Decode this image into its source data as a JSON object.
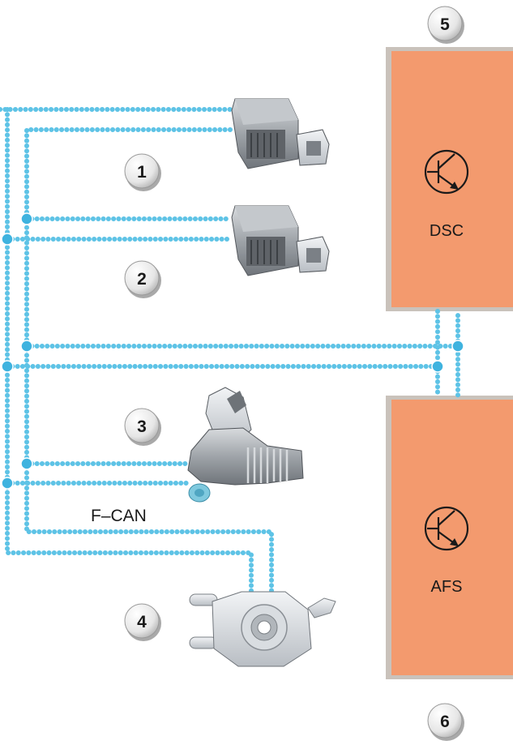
{
  "ecus": {
    "dsc": {
      "label": "DSC",
      "symbol": "transistor-icon"
    },
    "afs": {
      "label": "AFS",
      "symbol": "transistor-icon"
    }
  },
  "badges": [
    "1",
    "2",
    "3",
    "4",
    "5",
    "6"
  ],
  "bus": {
    "label": "F–CAN"
  },
  "components": {
    "sensor_1": "yaw-rate-sensor-icon",
    "sensor_2": "yaw-rate-sensor-icon",
    "actuator_3": "steering-actuator-icon",
    "sensor_4": "steering-angle-sensor-icon"
  },
  "colors": {
    "ecu_fill": "#f39a6e",
    "ecu_shadow": "#b9b3ad",
    "bus_dots": "#5ec3e6",
    "node_dot": "#3fb3df",
    "badge_fill": "#f2f2f2",
    "component_body": "#9a9ea3"
  }
}
